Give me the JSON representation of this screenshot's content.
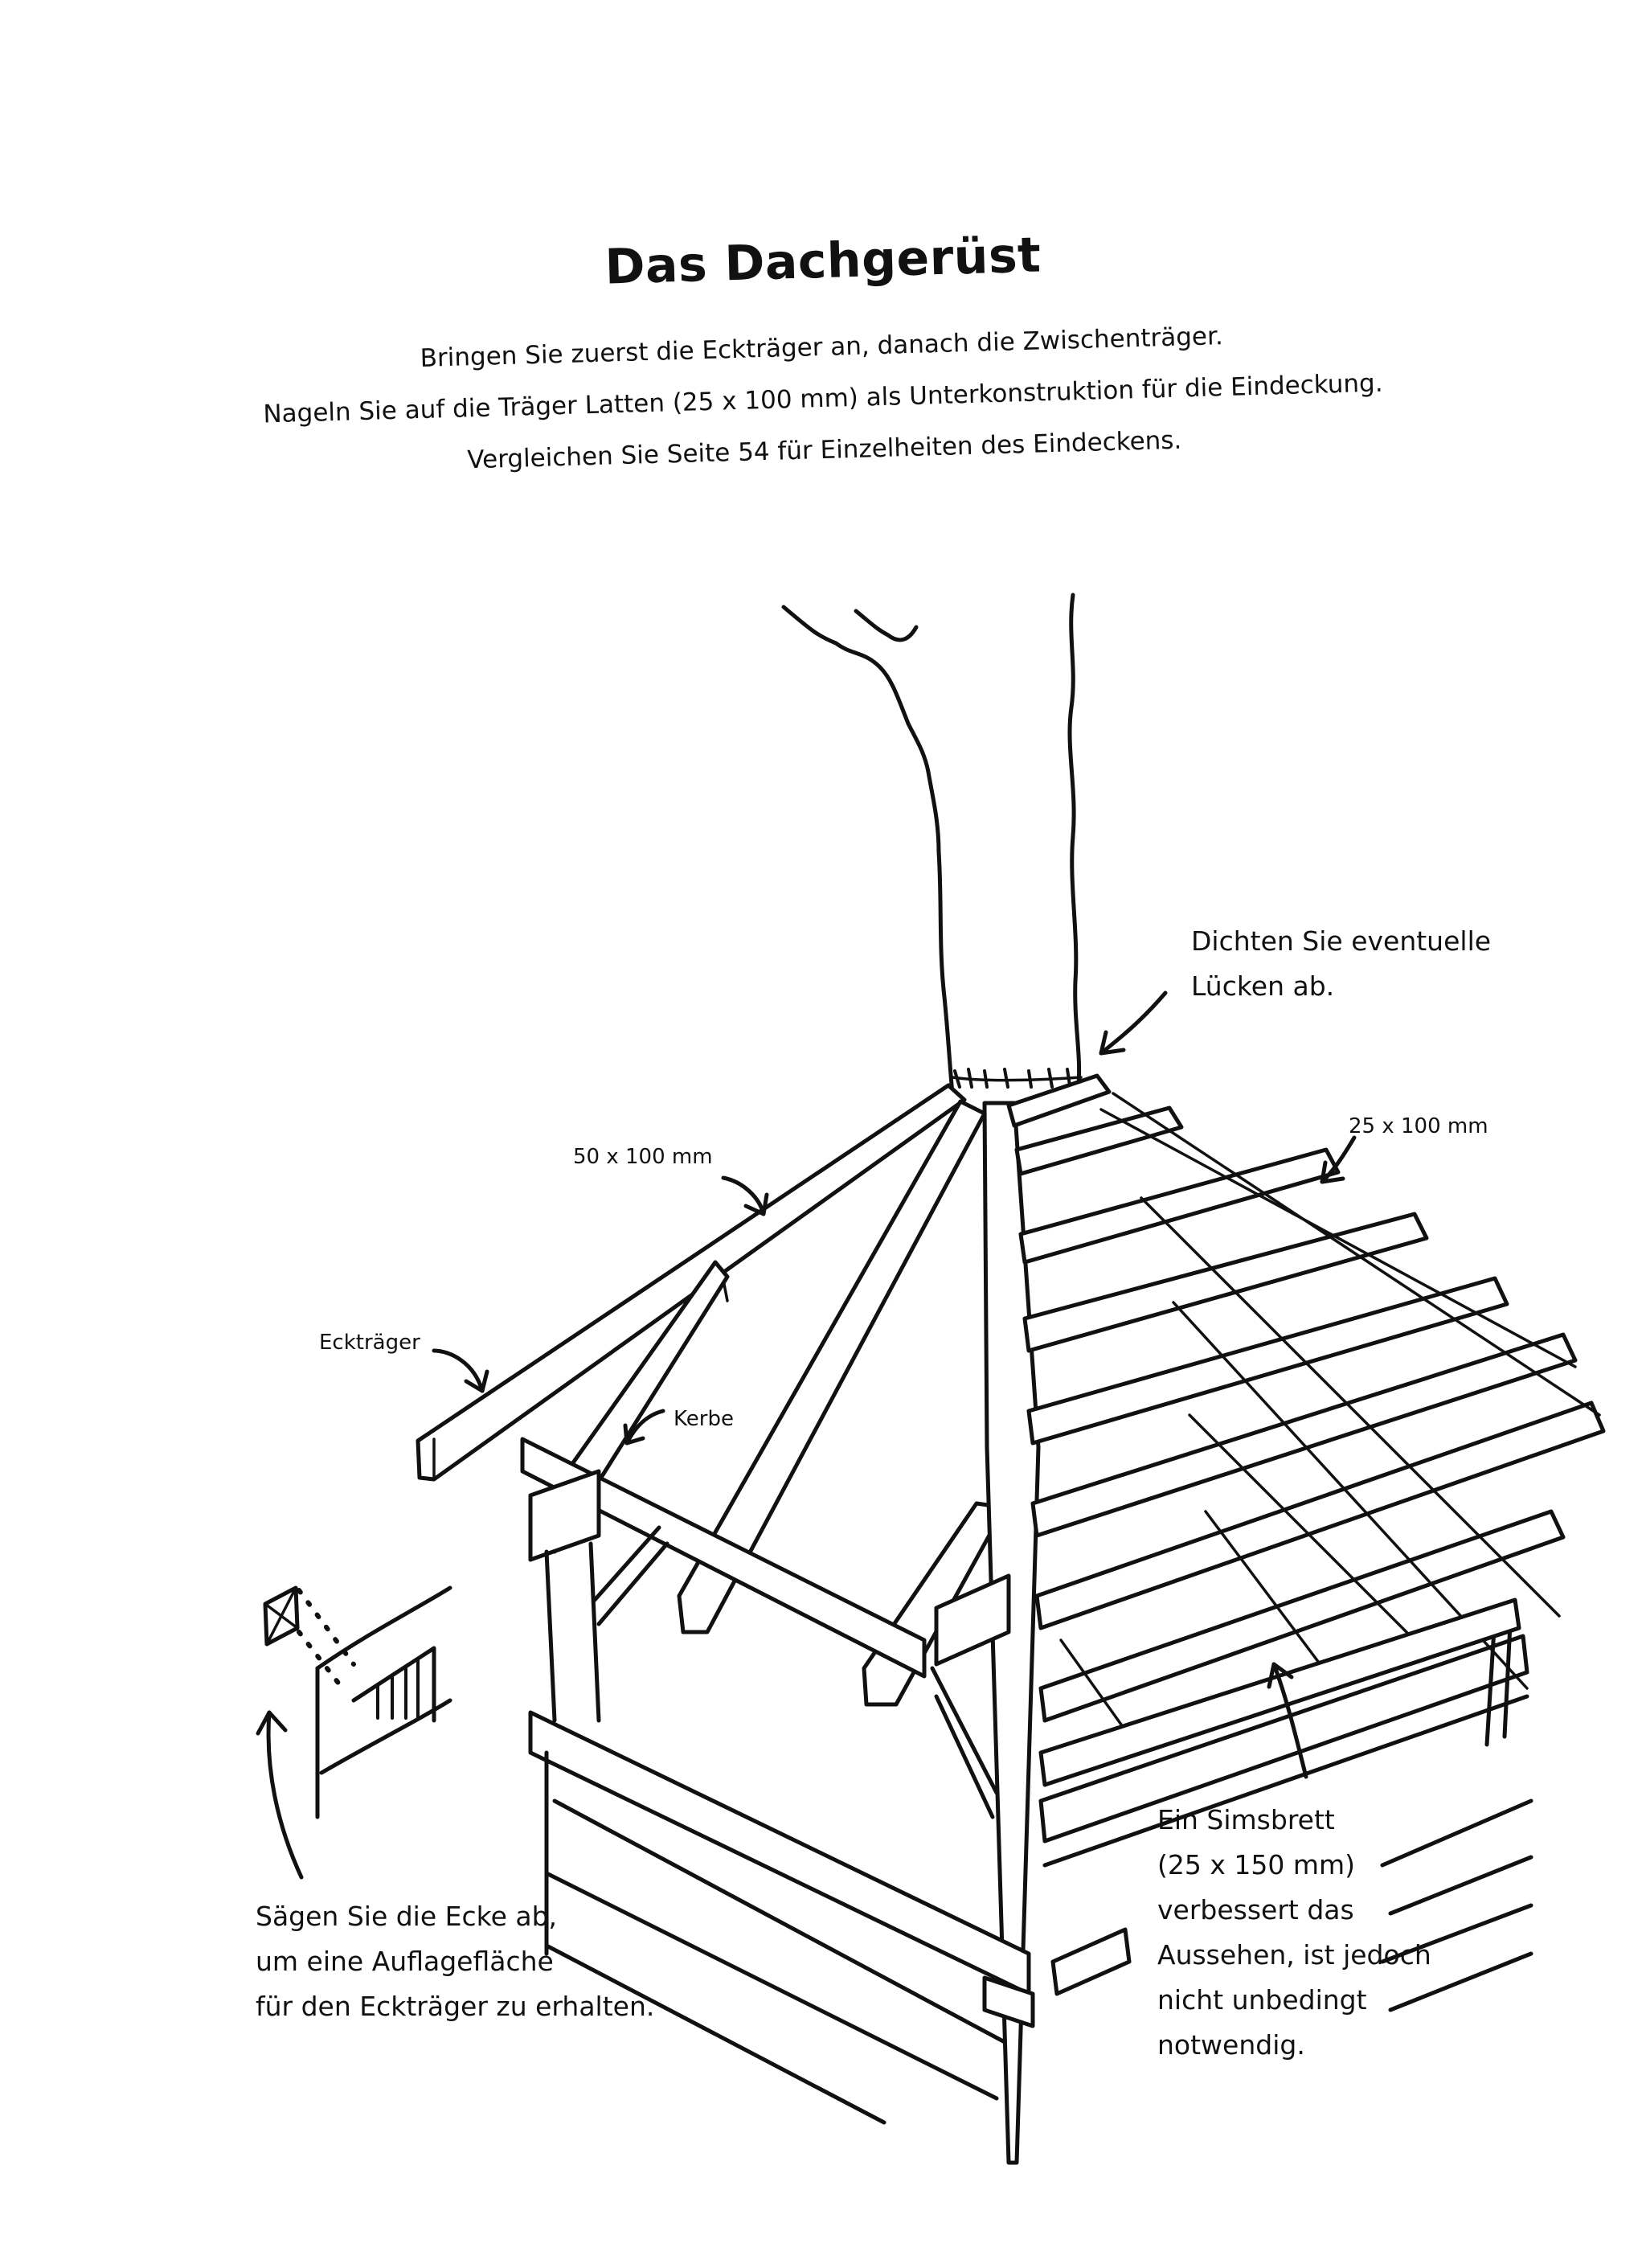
{
  "title": "Das Dachgerüst",
  "intro": [
    "Bringen Sie zuerst die Eckträger an, danach die Zwischenträger.",
    "Nageln Sie auf die Träger Latten (25 x 100 mm) als Unterkonstruktion für die Eindeckung.",
    "Vergleichen Sie Seite 54 für Einzelheiten des Eindeckens."
  ],
  "labels": {
    "seal_gaps": [
      "Dichten Sie eventuelle",
      "Lücken ab."
    ],
    "batten_size": "25 x 100 mm",
    "rafter_size": "50 x 100 mm",
    "corner_rafter": "Eckträger",
    "notch": "Kerbe",
    "saw_corner": [
      "Sägen Sie die Ecke ab,",
      "um eine Auflagefläche",
      "für den Eckträger zu erhalten."
    ],
    "fascia": [
      "Ein Simsbrett",
      "(25 x 150 mm)",
      "verbessert das",
      "Aussehen, ist jedoch",
      "nicht unbedingt",
      "notwendig."
    ]
  }
}
